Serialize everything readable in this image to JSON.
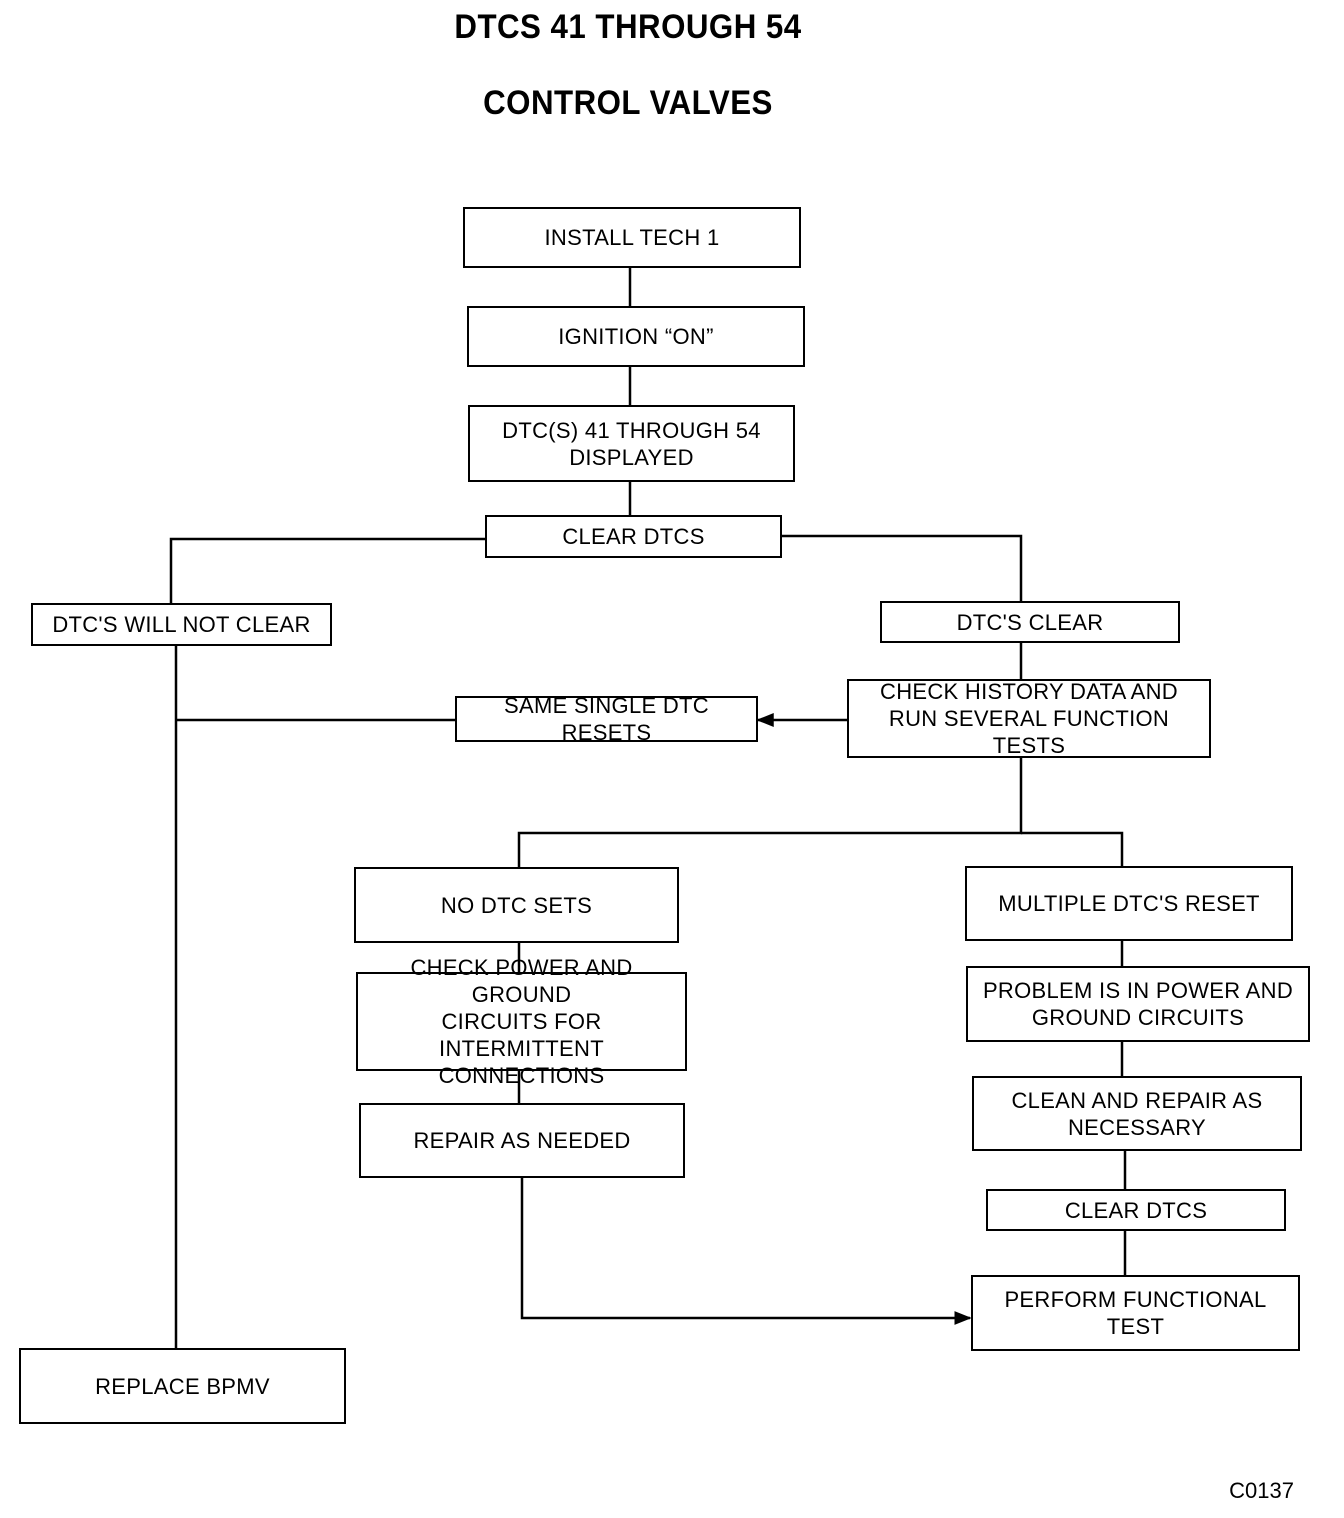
{
  "title_line1": "DTCS 41 THROUGH 54",
  "title_line2": "CONTROL VALVES",
  "figure_id": "C0137",
  "nodes": {
    "install_tech1": "INSTALL TECH 1",
    "ignition_on": "IGNITION “ON”",
    "dtcs_displayed": "DTC(S) 41 THROUGH 54\nDISPLAYED",
    "clear_dtcs_top": "CLEAR DTCS",
    "dtcs_will_not_clear": "DTC'S WILL NOT CLEAR",
    "dtcs_clear": "DTC'S CLEAR",
    "same_single_dtc_resets": "SAME SINGLE DTC RESETS",
    "check_history": "CHECK HISTORY DATA AND\nRUN SEVERAL FUNCTION TESTS",
    "no_dtc_sets": "NO DTC SETS",
    "multiple_dtcs_reset": "MULTIPLE DTC'S RESET",
    "check_power_ground": "CHECK POWER AND GROUND\nCIRCUITS FOR INTERMITTENT\nCONNECTIONS",
    "problem_power_ground": "PROBLEM IS IN POWER AND\nGROUND CIRCUITS",
    "repair_as_needed": "REPAIR AS NEEDED",
    "clean_repair": "CLEAN AND REPAIR AS\nNECESSARY",
    "clear_dtcs_bottom": "CLEAR DTCS",
    "perform_functional_test": "PERFORM FUNCTIONAL TEST",
    "replace_bpmv": "REPLACE BPMV"
  }
}
